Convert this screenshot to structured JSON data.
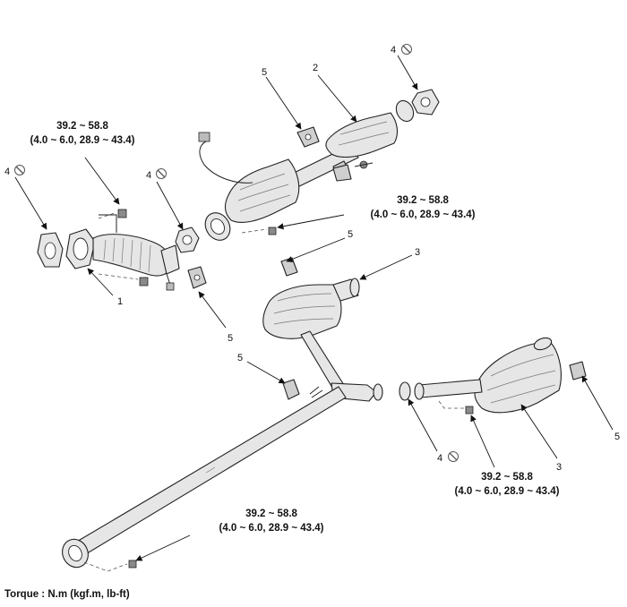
{
  "diagram": {
    "footer": "Torque : N.m (kgf.m, lb-ft)",
    "torque_primary": "39.2 ~ 58.8",
    "torque_secondary": "(4.0 ~ 6.0, 28.9 ~ 43.4)",
    "callouts": {
      "front_pipe": "1",
      "center_pipe_catalyst": "2",
      "muffler": "3",
      "gasket": "4",
      "hanger": "5"
    }
  }
}
